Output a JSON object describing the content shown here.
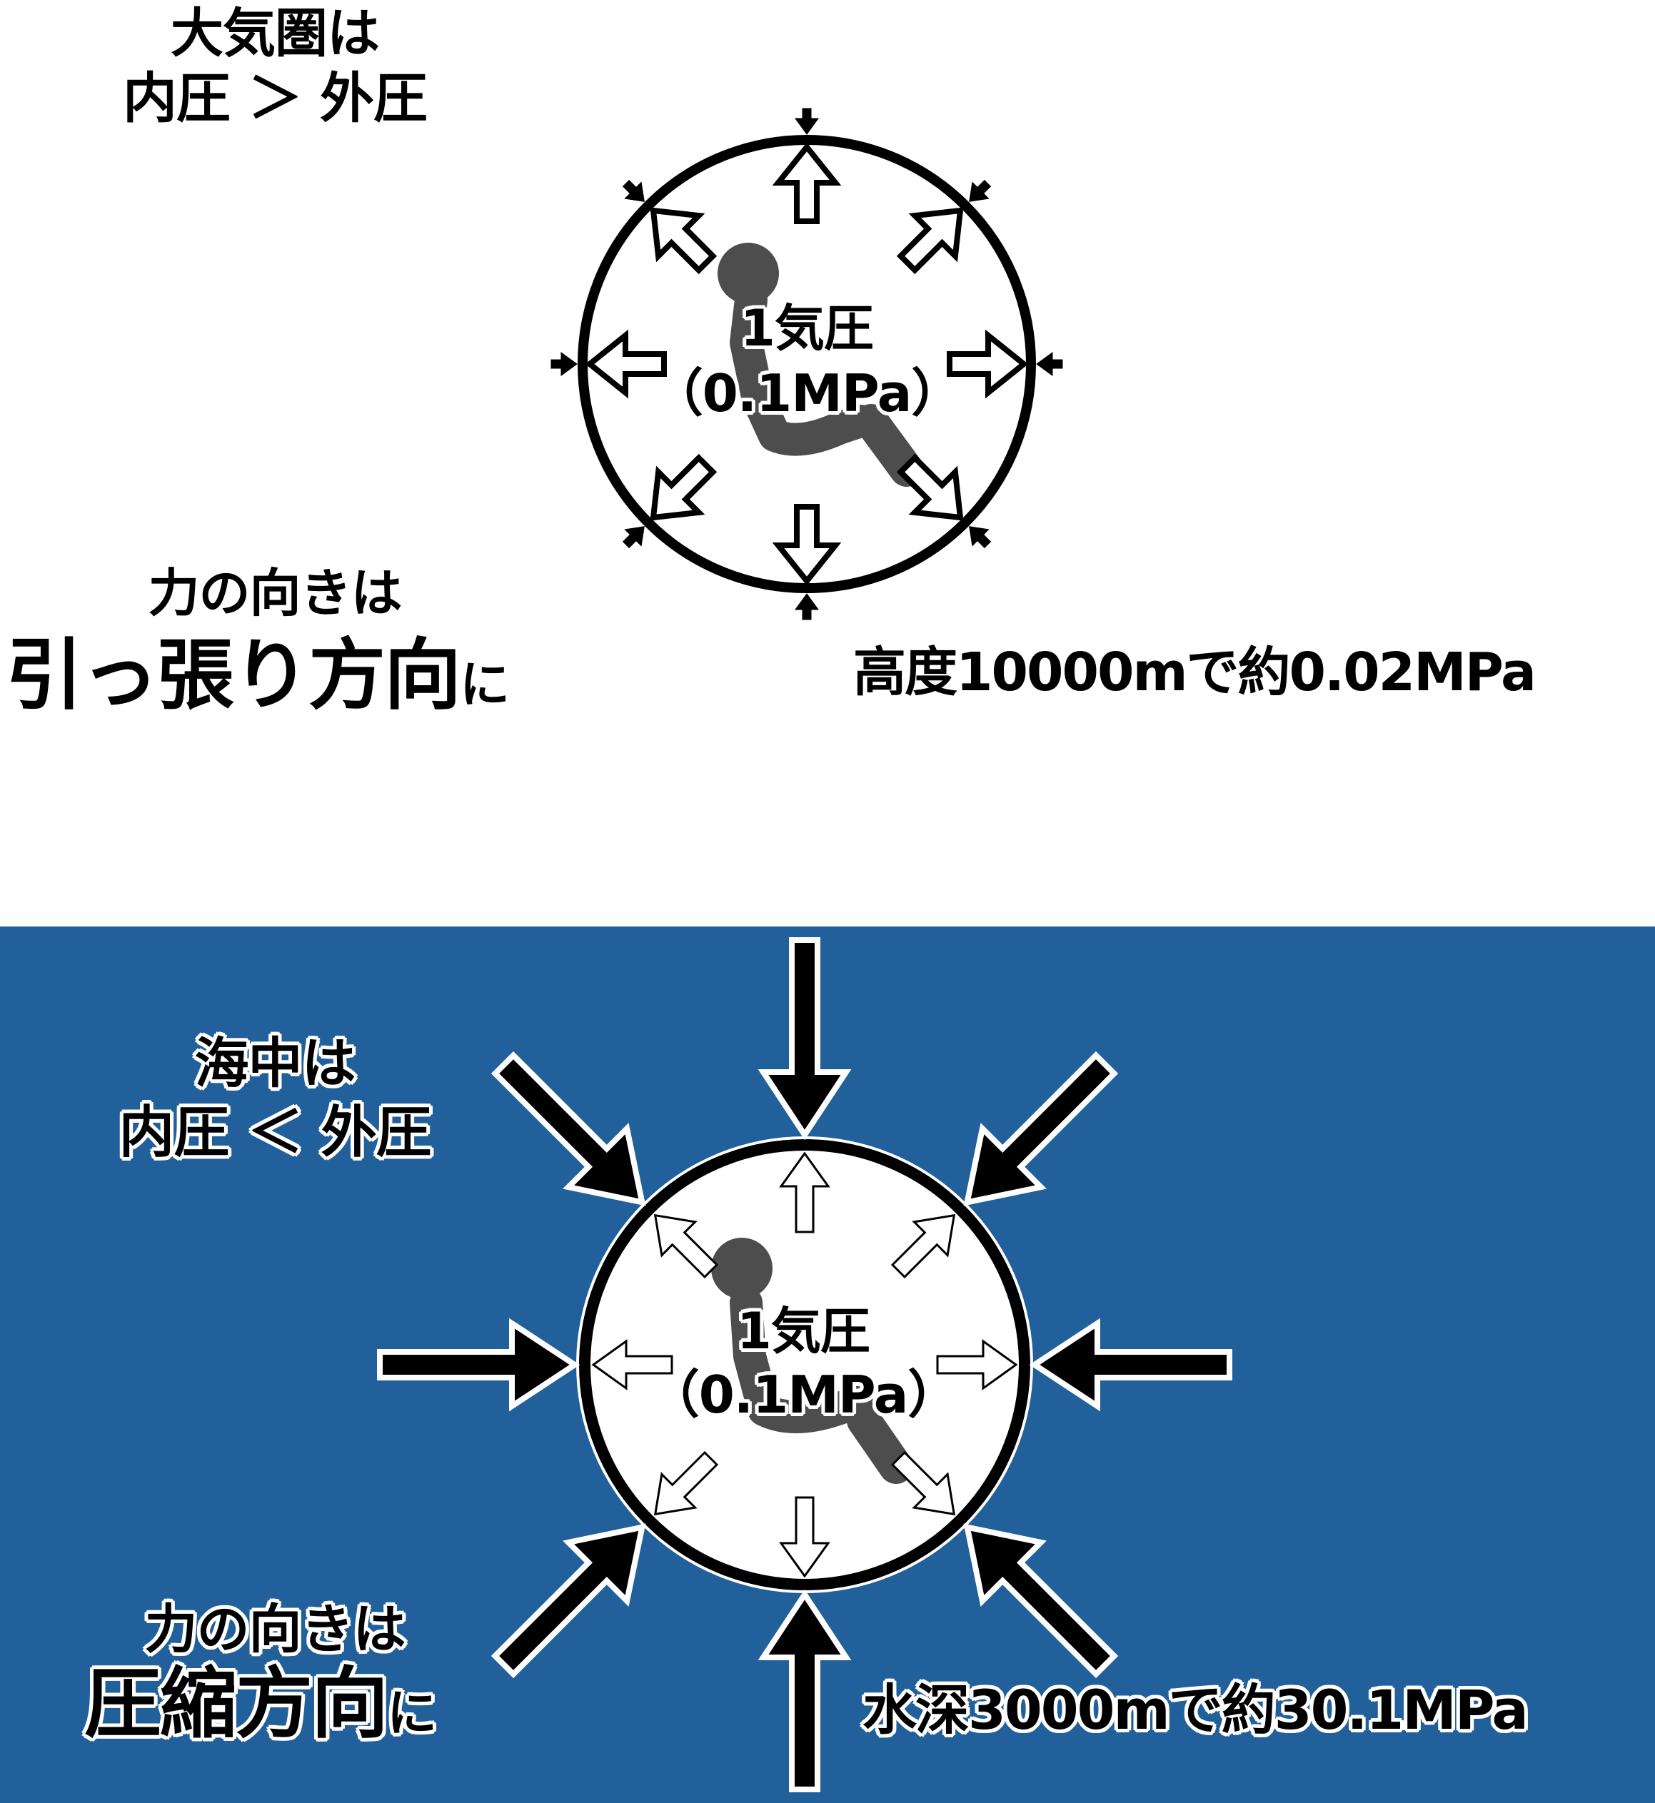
{
  "colors": {
    "background": "#ffffff",
    "sea_band": "#21609B",
    "silhouette": "#4d4d4d",
    "stroke": "#000000",
    "halo": "#ffffff"
  },
  "atmosphere": {
    "heading_line1": "大気圏は",
    "heading_line2": "内圧 ＞ 外圧",
    "circle_label_line1": "1気圧",
    "circle_label_line2": "（0.1MPa）",
    "force_line1": "力の向きは",
    "force_line2_main": "引っ張り方向",
    "force_line2_suffix": "に",
    "pressure_note": "高度10000mで約0.02MPa",
    "inner_arrows": "outward-hollow-arrows",
    "outer_arrows": "small-inward-black-arrows"
  },
  "ocean": {
    "heading_line1": "海中は",
    "heading_line2": "内圧 ＜ 外圧",
    "circle_label_line1": "1気圧",
    "circle_label_line2": "（0.1MPa）",
    "force_line1": "力の向きは",
    "force_line2_main": "圧縮方向",
    "force_line2_suffix": "に",
    "pressure_note": "水深3000mで約30.1MPa",
    "inner_arrows": "outward-hollow-arrows",
    "outer_arrows": "large-inward-black-arrows"
  },
  "arrow_angles_deg": [
    0,
    45,
    90,
    135,
    180,
    225,
    270,
    315
  ]
}
